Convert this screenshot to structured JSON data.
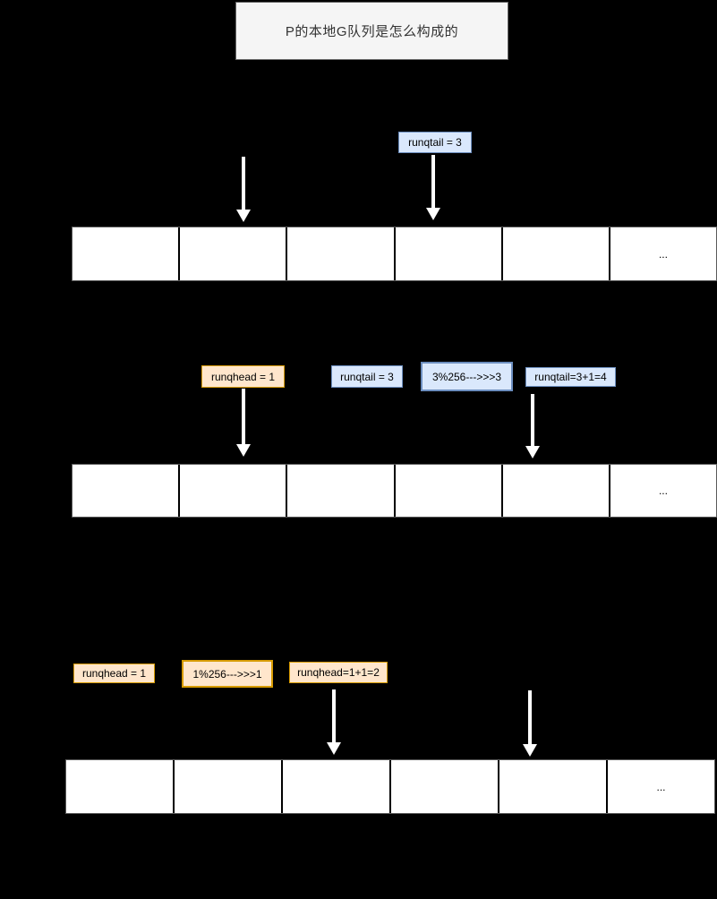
{
  "title": {
    "text": "P的本地G队列是怎么构成的"
  },
  "colors": {
    "background": "#000000",
    "title_fill": "#f5f5f5",
    "blue_fill": "#dae8fc",
    "blue_border": "#6c8ebf",
    "orange_fill": "#ffe6cc",
    "orange_border": "#d79b00",
    "cell_fill": "#ffffff",
    "arrow": "#ffffff"
  },
  "diagram": {
    "step1": {
      "labels": {
        "runqtail": "runqtail = 3"
      },
      "queue": {
        "cells": [
          "",
          "",
          "",
          "",
          "",
          "..."
        ]
      }
    },
    "step2": {
      "labels": {
        "runqhead": "runqhead = 1",
        "runqtail": "runqtail = 3",
        "mod_calc": "3%256--->>>3",
        "runqtail_next": "runqtail=3+1=4"
      },
      "queue": {
        "cells": [
          "",
          "",
          "",
          "",
          "",
          "..."
        ]
      }
    },
    "step3": {
      "labels": {
        "runqhead": "runqhead = 1",
        "mod_calc": "1%256--->>>1",
        "runqhead_next": "runqhead=1+1=2"
      },
      "queue": {
        "cells": [
          "",
          "",
          "",
          "",
          "",
          "..."
        ]
      }
    }
  }
}
